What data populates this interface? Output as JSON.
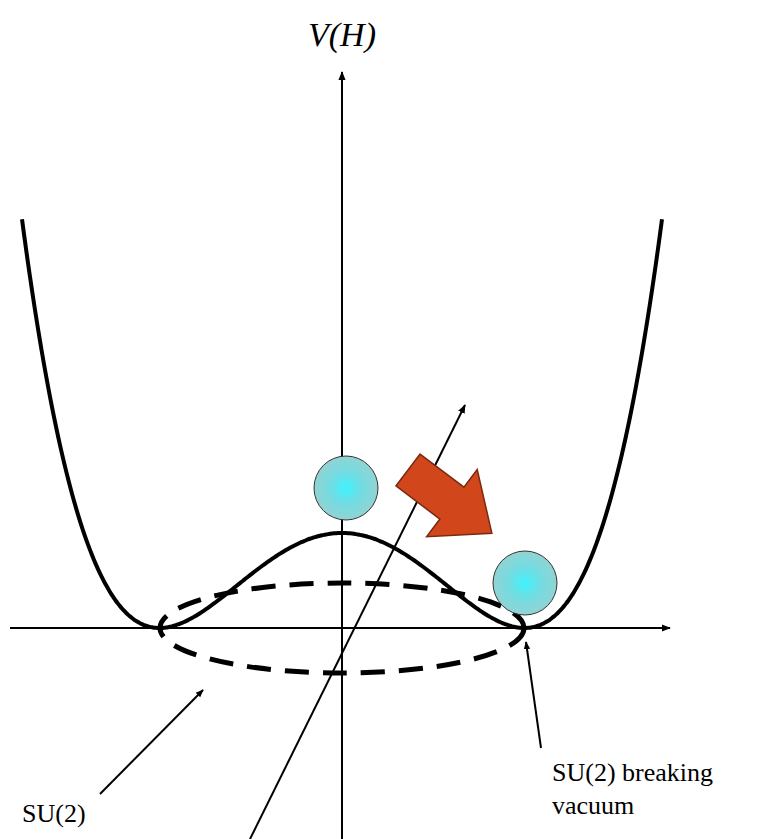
{
  "diagram": {
    "labels": [
      "V(H)",
      "SU(2)",
      "SU(2) breaking vacuum"
    ]
  }
}
